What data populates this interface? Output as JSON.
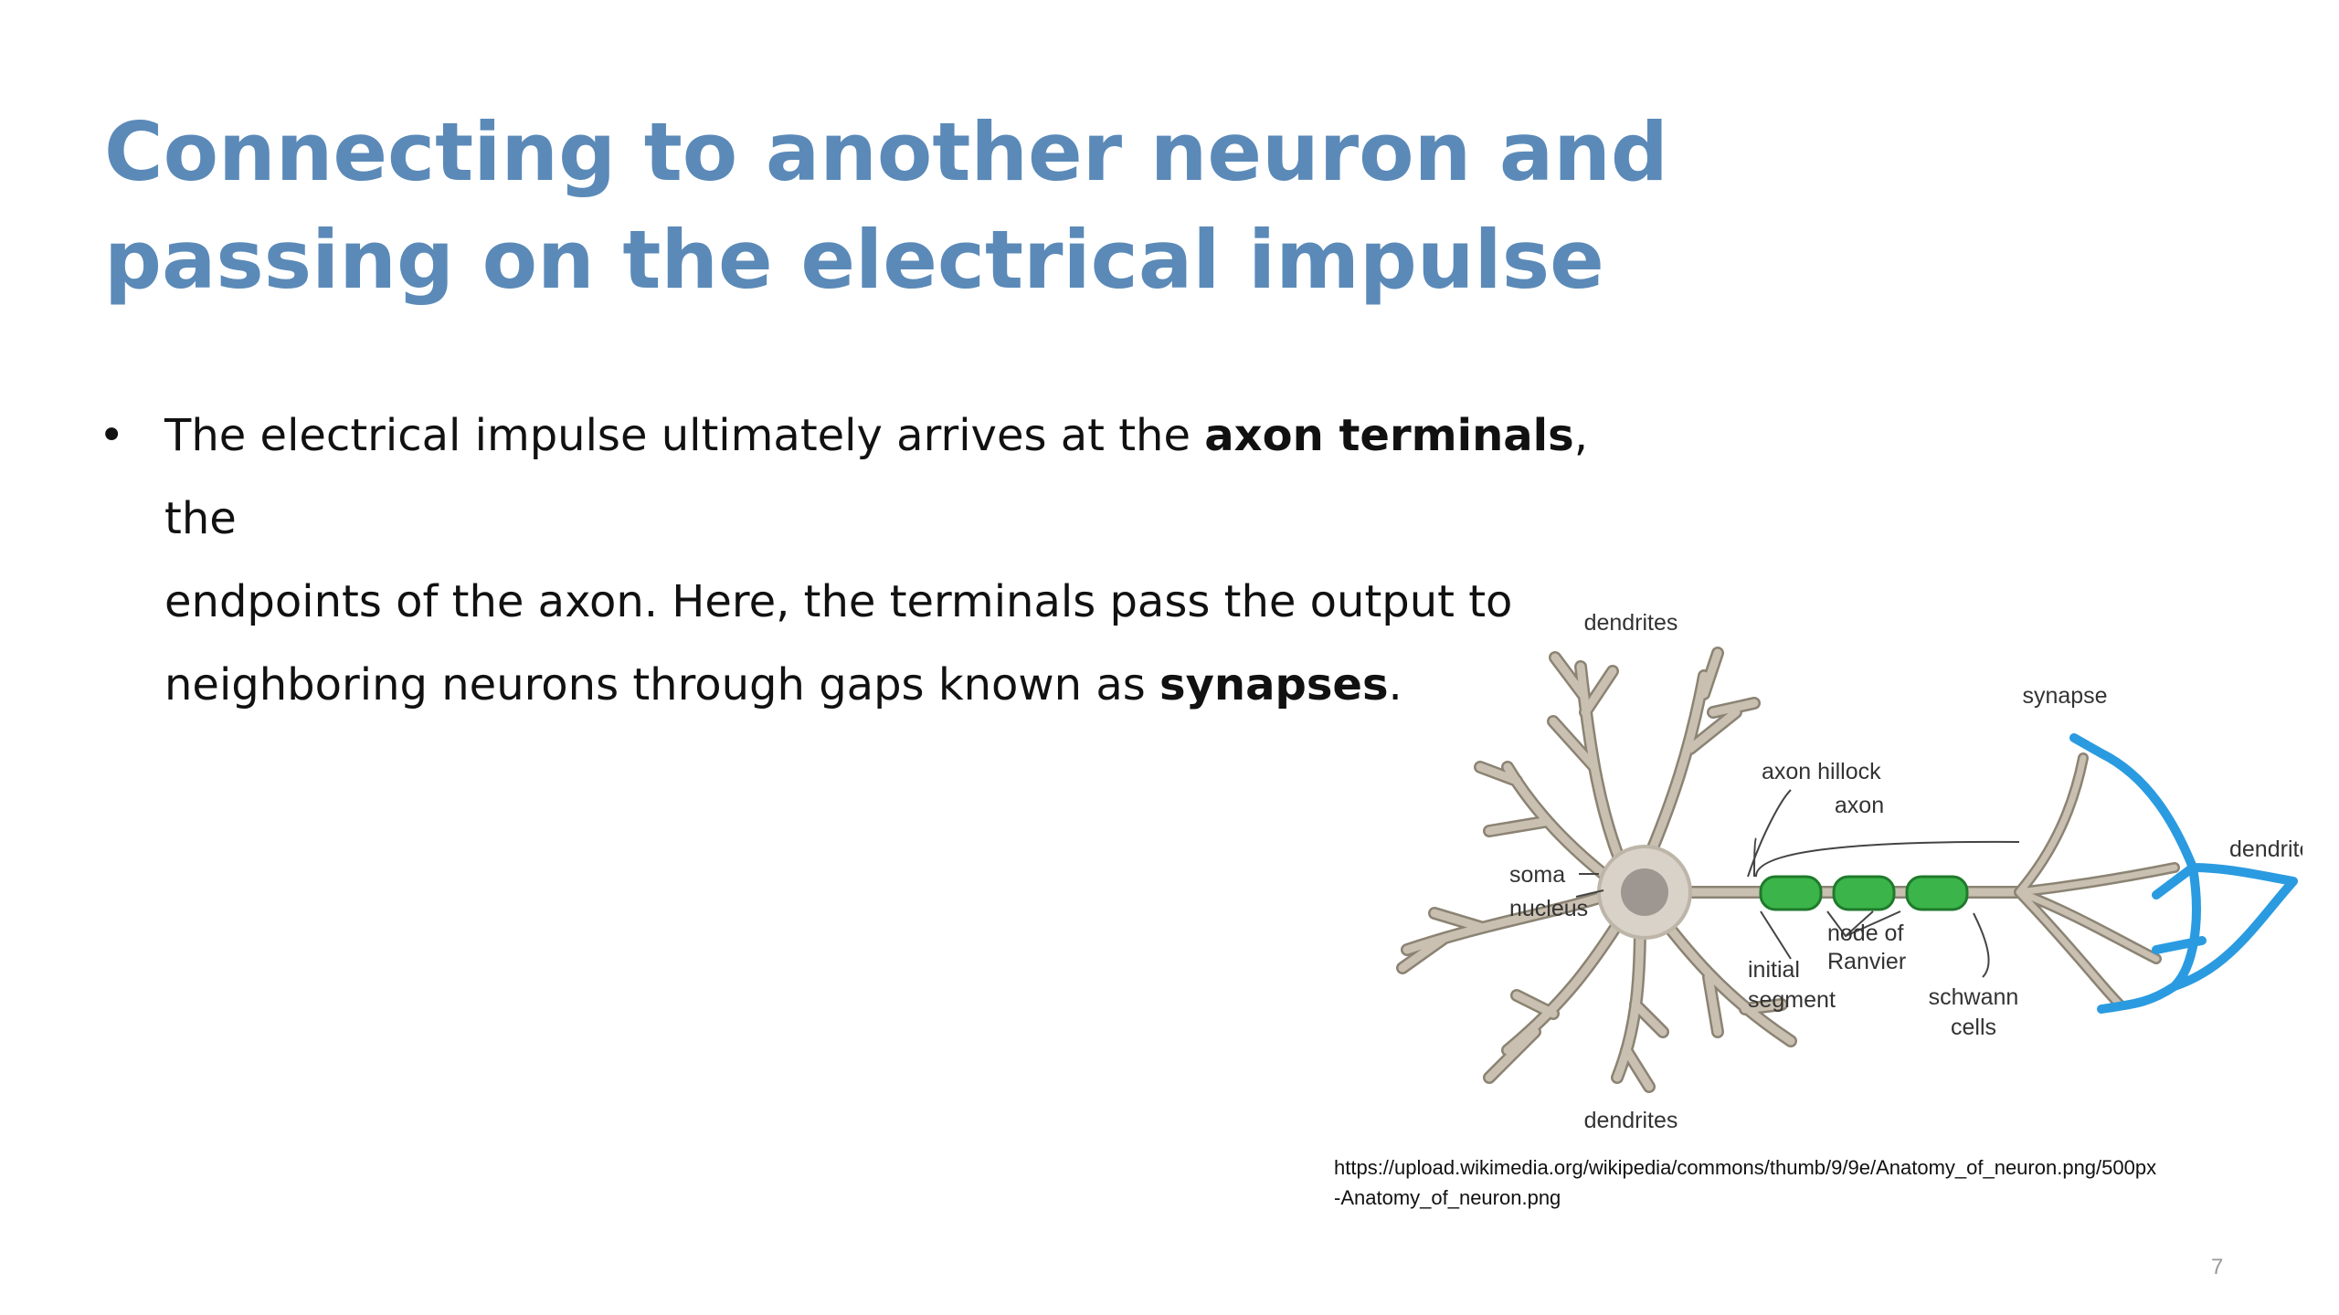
{
  "slide": {
    "title_lines": [
      "Connecting to another neuron and",
      "passing on the electrical impulse"
    ],
    "bullet": {
      "marker": "•",
      "line1_pre": "The electrical impulse ultimately arrives at the ",
      "line1_bold": "axon terminals",
      "line1_post": ", the",
      "line2": "endpoints of the axon. Here, the terminals pass the output to",
      "line3_pre": "neighboring neurons through gaps known as ",
      "line3_bold": "synapses",
      "line3_post": "."
    },
    "diagram": {
      "labels": {
        "dendrites_top": "dendrites",
        "dendrites_bottom": "dendrites",
        "synapse": "synapse",
        "axon_hillock": "axon hillock",
        "axon": "axon",
        "dendrite": "dendrite",
        "soma": "soma",
        "nucleus": "nucleus",
        "node_of": "node of",
        "ranvier": "Ranvier",
        "initial": "initial",
        "segment": "segment",
        "schwann": "schwann",
        "cells": "cells"
      },
      "colors": {
        "neuron": "#c9c0b2",
        "neuron_outline": "#8b8373",
        "myelin": "#3bb44a",
        "myelin_outline": "#1f7a2c",
        "target_dendrite": "#2a9be0",
        "nucleus": "#9e9690"
      }
    },
    "source_lines": [
      "https://upload.wikimedia.org/wikipedia/commons/thumb/9/9e/Anatomy_of_neuron.png/500px",
      "-Anatomy_of_neuron.png"
    ],
    "page_number": "7"
  }
}
